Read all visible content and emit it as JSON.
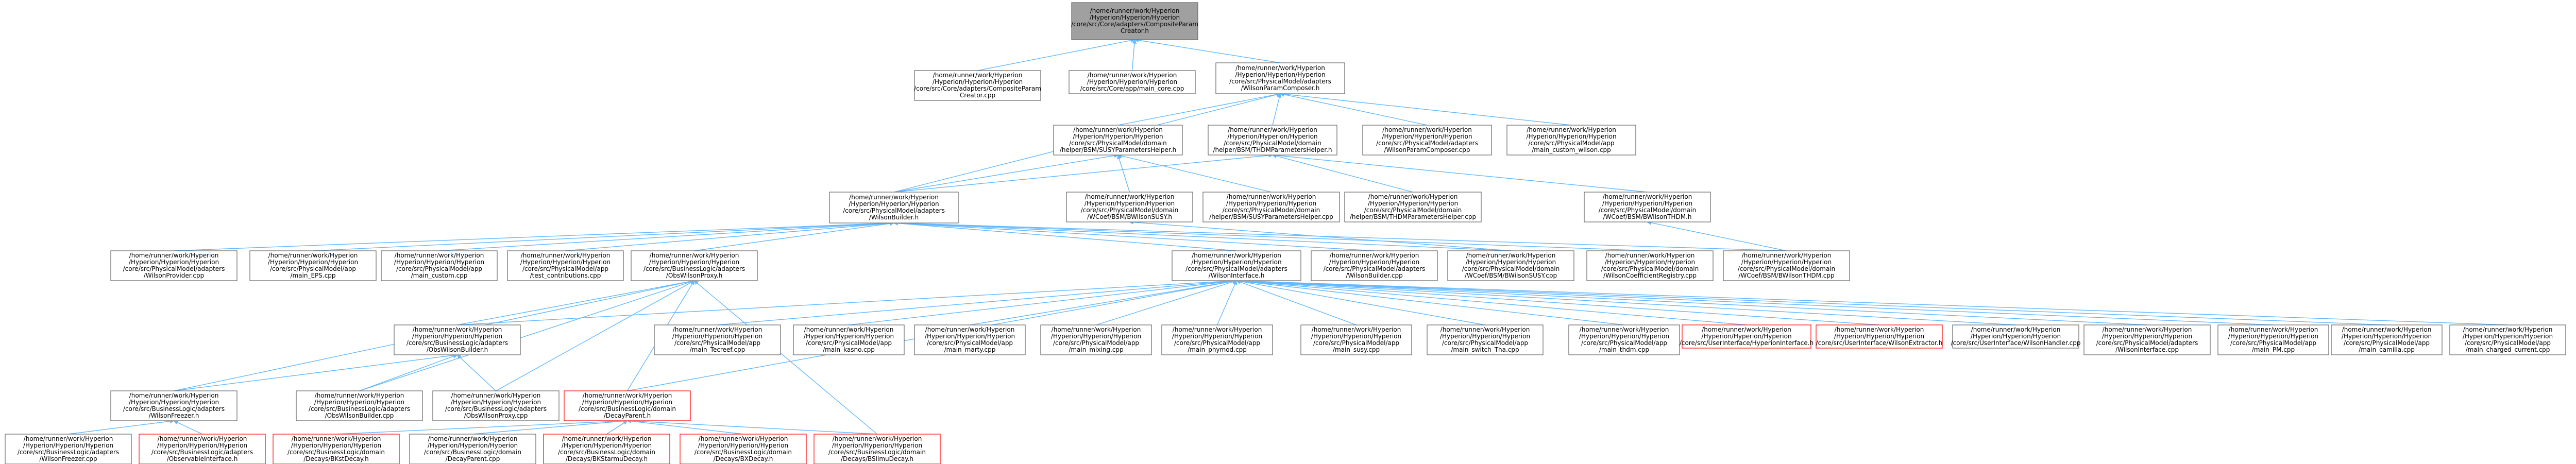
{
  "nodes": [
    {
      "id": "n0",
      "lines": [
        "/home/runner/work/Hyperion",
        "/Hyperion/Hyperion/Hyperion",
        "/core/src/Core/adapters/CompositeParam",
        "Creator.h"
      ],
      "kind": "root"
    },
    {
      "id": "n1",
      "lines": [
        "/home/runner/work/Hyperion",
        "/Hyperion/Hyperion/Hyperion",
        "/core/src/Core/adapters/CompositeParam",
        "Creator.cpp"
      ]
    },
    {
      "id": "n2",
      "lines": [
        "/home/runner/work/Hyperion",
        "/Hyperion/Hyperion/Hyperion",
        "/core/src/Core/app/main_core.cpp"
      ]
    },
    {
      "id": "n3",
      "lines": [
        "/home/runner/work/Hyperion",
        "/Hyperion/Hyperion/Hyperion",
        "/core/src/PhysicalModel/adapters",
        "/WilsonParamComposer.h"
      ]
    },
    {
      "id": "n4",
      "lines": [
        "/home/runner/work/Hyperion",
        "/Hyperion/Hyperion/Hyperion",
        "/core/src/PhysicalModel/domain",
        "/helper/BSM/SUSYParametersHelper.h"
      ]
    },
    {
      "id": "n5",
      "lines": [
        "/home/runner/work/Hyperion",
        "/Hyperion/Hyperion/Hyperion",
        "/core/src/PhysicalModel/domain",
        "/helper/BSM/THDMParametersHelper.h"
      ]
    },
    {
      "id": "n6",
      "lines": [
        "/home/runner/work/Hyperion",
        "/Hyperion/Hyperion/Hyperion",
        "/core/src/PhysicalModel/adapters",
        "/WilsonParamComposer.cpp"
      ]
    },
    {
      "id": "n7",
      "lines": [
        "/home/runner/work/Hyperion",
        "/Hyperion/Hyperion/Hyperion",
        "/core/src/PhysicalModel/app",
        "/main_custom_wilson.cpp"
      ]
    },
    {
      "id": "n8",
      "lines": [
        "/home/runner/work/Hyperion",
        "/Hyperion/Hyperion/Hyperion",
        "/core/src/PhysicalModel/adapters",
        "/WilsonBuilder.h"
      ]
    },
    {
      "id": "n9",
      "lines": [
        "/home/runner/work/Hyperion",
        "/Hyperion/Hyperion/Hyperion",
        "/core/src/PhysicalModel/domain",
        "/WCoef/BSM/BWilsonSUSY.h"
      ]
    },
    {
      "id": "n10",
      "lines": [
        "/home/runner/work/Hyperion",
        "/Hyperion/Hyperion/Hyperion",
        "/core/src/PhysicalModel/domain",
        "/helper/BSM/SUSYParametersHelper.cpp"
      ]
    },
    {
      "id": "n11",
      "lines": [
        "/home/runner/work/Hyperion",
        "/Hyperion/Hyperion/Hyperion",
        "/core/src/PhysicalModel/domain",
        "/helper/BSM/THDMParametersHelper.cpp"
      ]
    },
    {
      "id": "n12",
      "lines": [
        "/home/runner/work/Hyperion",
        "/Hyperion/Hyperion/Hyperion",
        "/core/src/PhysicalModel/domain",
        "/WCoef/BSM/BWilsonTHDM.h"
      ]
    },
    {
      "id": "n13",
      "lines": [
        "/home/runner/work/Hyperion",
        "/Hyperion/Hyperion/Hyperion",
        "/core/src/PhysicalModel/adapters",
        "/WilsonProvider.cpp"
      ]
    },
    {
      "id": "n14",
      "lines": [
        "/home/runner/work/Hyperion",
        "/Hyperion/Hyperion/Hyperion",
        "/core/src/PhysicalModel/app",
        "/main_EPS.cpp"
      ]
    },
    {
      "id": "n15",
      "lines": [
        "/home/runner/work/Hyperion",
        "/Hyperion/Hyperion/Hyperion",
        "/core/src/PhysicalModel/app",
        "/main_custom.cpp"
      ]
    },
    {
      "id": "n16",
      "lines": [
        "/home/runner/work/Hyperion",
        "/Hyperion/Hyperion/Hyperion",
        "/core/src/PhysicalModel/app",
        "/test_contributions.cpp"
      ]
    },
    {
      "id": "n17",
      "lines": [
        "/home/runner/work/Hyperion",
        "/Hyperion/Hyperion/Hyperion",
        "/core/src/BusinessLogic/adapters",
        "/ObsWilsonProxy.h"
      ]
    },
    {
      "id": "n18",
      "lines": [
        "/home/runner/work/Hyperion",
        "/Hyperion/Hyperion/Hyperion",
        "/core/src/PhysicalModel/adapters",
        "/WilsonInterface.h"
      ]
    },
    {
      "id": "n19",
      "lines": [
        "/home/runner/work/Hyperion",
        "/Hyperion/Hyperion/Hyperion",
        "/core/src/PhysicalModel/adapters",
        "/WilsonBuilder.cpp"
      ]
    },
    {
      "id": "n20",
      "lines": [
        "/home/runner/work/Hyperion",
        "/Hyperion/Hyperion/Hyperion",
        "/core/src/PhysicalModel/domain",
        "/WCoef/BSM/BWilsonSUSY.cpp"
      ]
    },
    {
      "id": "n21",
      "lines": [
        "/home/runner/work/Hyperion",
        "/Hyperion/Hyperion/Hyperion",
        "/core/src/PhysicalModel/domain",
        "/WilsonCoefficientRegistry.cpp"
      ]
    },
    {
      "id": "n22",
      "lines": [
        "/home/runner/work/Hyperion",
        "/Hyperion/Hyperion/Hyperion",
        "/core/src/PhysicalModel/domain",
        "/WCoef/BSM/BWilsonTHDM.cpp"
      ]
    },
    {
      "id": "n23",
      "lines": [
        "/home/runner/work/Hyperion",
        "/Hyperion/Hyperion/Hyperion",
        "/core/src/BusinessLogic/adapters",
        "/ObsWilsonBuilder.h"
      ]
    },
    {
      "id": "n24",
      "lines": [
        "/home/runner/work/Hyperion",
        "/Hyperion/Hyperion/Hyperion",
        "/core/src/PhysicalModel/app",
        "/main_Tecreef.cpp"
      ]
    },
    {
      "id": "n25",
      "lines": [
        "/home/runner/work/Hyperion",
        "/Hyperion/Hyperion/Hyperion",
        "/core/src/PhysicalModel/app",
        "/main_kasno.cpp"
      ]
    },
    {
      "id": "n26",
      "lines": [
        "/home/runner/work/Hyperion",
        "/Hyperion/Hyperion/Hyperion",
        "/core/src/PhysicalModel/app",
        "/main_marty.cpp"
      ]
    },
    {
      "id": "n27",
      "lines": [
        "/home/runner/work/Hyperion",
        "/Hyperion/Hyperion/Hyperion",
        "/core/src/PhysicalModel/app",
        "/main_mixing.cpp"
      ]
    },
    {
      "id": "n28",
      "lines": [
        "/home/runner/work/Hyperion",
        "/Hyperion/Hyperion/Hyperion",
        "/core/src/PhysicalModel/app",
        "/main_phymod.cpp"
      ]
    },
    {
      "id": "n29",
      "lines": [
        "/home/runner/work/Hyperion",
        "/Hyperion/Hyperion/Hyperion",
        "/core/src/PhysicalModel/app",
        "/main_susy.cpp"
      ]
    },
    {
      "id": "n30",
      "lines": [
        "/home/runner/work/Hyperion",
        "/Hyperion/Hyperion/Hyperion",
        "/core/src/PhysicalModel/app",
        "/main_switch_Tha.cpp"
      ]
    },
    {
      "id": "n31",
      "lines": [
        "/home/runner/work/Hyperion",
        "/Hyperion/Hyperion/Hyperion",
        "/core/src/PhysicalModel/app",
        "/main_thdm.cpp"
      ]
    },
    {
      "id": "n32",
      "lines": [
        "/home/runner/work/Hyperion",
        "/Hyperion/Hyperion/Hyperion",
        "/core/src/UserInterface/HyperionInterface.h"
      ],
      "kind": "red"
    },
    {
      "id": "n33",
      "lines": [
        "/home/runner/work/Hyperion",
        "/Hyperion/Hyperion/Hyperion",
        "/core/src/UserInterface/WilsonExtractor.h"
      ],
      "kind": "red"
    },
    {
      "id": "n34",
      "lines": [
        "/home/runner/work/Hyperion",
        "/Hyperion/Hyperion/Hyperion",
        "/core/src/UserInterface/WilsonHandler.cpp"
      ]
    },
    {
      "id": "n35",
      "lines": [
        "/home/runner/work/Hyperion",
        "/Hyperion/Hyperion/Hyperion",
        "/core/src/PhysicalModel/adapters",
        "/WilsonInterface.cpp"
      ]
    },
    {
      "id": "n36",
      "lines": [
        "/home/runner/work/Hyperion",
        "/Hyperion/Hyperion/Hyperion",
        "/core/src/PhysicalModel/app",
        "/main_PM.cpp"
      ]
    },
    {
      "id": "n37",
      "lines": [
        "/home/runner/work/Hyperion",
        "/Hyperion/Hyperion/Hyperion",
        "/core/src/PhysicalModel/app",
        "/main_camilia.cpp"
      ]
    },
    {
      "id": "n38",
      "lines": [
        "/home/runner/work/Hyperion",
        "/Hyperion/Hyperion/Hyperion",
        "/core/src/PhysicalModel/app",
        "/main_charged_current.cpp"
      ]
    },
    {
      "id": "n39",
      "lines": [
        "/home/runner/work/Hyperion",
        "/Hyperion/Hyperion/Hyperion",
        "/core/src/BusinessLogic/adapters",
        "/WilsonFreezer.h"
      ]
    },
    {
      "id": "n40",
      "lines": [
        "/home/runner/work/Hyperion",
        "/Hyperion/Hyperion/Hyperion",
        "/core/src/BusinessLogic/adapters",
        "/ObsWilsonBuilder.cpp"
      ]
    },
    {
      "id": "n41",
      "lines": [
        "/home/runner/work/Hyperion",
        "/Hyperion/Hyperion/Hyperion",
        "/core/src/BusinessLogic/adapters",
        "/ObsWilsonProxy.cpp"
      ]
    },
    {
      "id": "n42",
      "lines": [
        "/home/runner/work/Hyperion",
        "/Hyperion/Hyperion/Hyperion",
        "/core/src/BusinessLogic/domain",
        "/DecayParent.h"
      ],
      "kind": "red"
    },
    {
      "id": "n43",
      "lines": [
        "/home/runner/work/Hyperion",
        "/Hyperion/Hyperion/Hyperion",
        "/core/src/BusinessLogic/adapters",
        "/WilsonFreezer.cpp"
      ]
    },
    {
      "id": "n44",
      "lines": [
        "/home/runner/work/Hyperion",
        "/Hyperion/Hyperion/Hyperion",
        "/core/src/BusinessLogic/adapters",
        "/ObservableInterface.h"
      ],
      "kind": "red"
    },
    {
      "id": "n45",
      "lines": [
        "/home/runner/work/Hyperion",
        "/Hyperion/Hyperion/Hyperion",
        "/core/src/BusinessLogic/domain",
        "/Decays/BKstDecay.h"
      ],
      "kind": "red"
    },
    {
      "id": "n46",
      "lines": [
        "/home/runner/work/Hyperion",
        "/Hyperion/Hyperion/Hyperion",
        "/core/src/BusinessLogic/domain",
        "/DecayParent.cpp"
      ]
    },
    {
      "id": "n47",
      "lines": [
        "/home/runner/work/Hyperion",
        "/Hyperion/Hyperion/Hyperion",
        "/core/src/BusinessLogic/domain",
        "/Decays/BKStarmuDecay.h"
      ],
      "kind": "red"
    },
    {
      "id": "n48",
      "lines": [
        "/home/runner/work/Hyperion",
        "/Hyperion/Hyperion/Hyperion",
        "/core/src/BusinessLogic/domain",
        "/Decays/BXDecay.h"
      ],
      "kind": "red"
    },
    {
      "id": "n49",
      "lines": [
        "/home/runner/work/Hyperion",
        "/Hyperion/Hyperion/Hyperion",
        "/core/src/BusinessLogic/domain",
        "/Decays/BSllmuDecay.h"
      ],
      "kind": "red"
    }
  ],
  "edges": [
    [
      "n0",
      "n1"
    ],
    [
      "n0",
      "n2"
    ],
    [
      "n0",
      "n3"
    ],
    [
      "n3",
      "n4"
    ],
    [
      "n3",
      "n5"
    ],
    [
      "n3",
      "n6"
    ],
    [
      "n3",
      "n7"
    ],
    [
      "n3",
      "n8"
    ],
    [
      "n4",
      "n8"
    ],
    [
      "n4",
      "n9"
    ],
    [
      "n4",
      "n10"
    ],
    [
      "n5",
      "n8"
    ],
    [
      "n5",
      "n11"
    ],
    [
      "n5",
      "n12"
    ],
    [
      "n8",
      "n13"
    ],
    [
      "n8",
      "n14"
    ],
    [
      "n8",
      "n15"
    ],
    [
      "n8",
      "n16"
    ],
    [
      "n8",
      "n17"
    ],
    [
      "n8",
      "n18"
    ],
    [
      "n8",
      "n19"
    ],
    [
      "n8",
      "n20"
    ],
    [
      "n8",
      "n21"
    ],
    [
      "n8",
      "n22"
    ],
    [
      "n9",
      "n20"
    ],
    [
      "n12",
      "n22"
    ],
    [
      "n17",
      "n23"
    ],
    [
      "n17",
      "n39"
    ],
    [
      "n17",
      "n40"
    ],
    [
      "n17",
      "n41"
    ],
    [
      "n17",
      "n42"
    ],
    [
      "n17",
      "n49"
    ],
    [
      "n18",
      "n23"
    ],
    [
      "n18",
      "n24"
    ],
    [
      "n18",
      "n25"
    ],
    [
      "n18",
      "n26"
    ],
    [
      "n18",
      "n27"
    ],
    [
      "n18",
      "n28"
    ],
    [
      "n18",
      "n29"
    ],
    [
      "n18",
      "n30"
    ],
    [
      "n18",
      "n31"
    ],
    [
      "n18",
      "n32"
    ],
    [
      "n18",
      "n33"
    ],
    [
      "n18",
      "n34"
    ],
    [
      "n18",
      "n35"
    ],
    [
      "n18",
      "n36"
    ],
    [
      "n18",
      "n37"
    ],
    [
      "n18",
      "n38"
    ],
    [
      "n18",
      "n42"
    ],
    [
      "n23",
      "n39"
    ],
    [
      "n23",
      "n40"
    ],
    [
      "n23",
      "n41"
    ],
    [
      "n39",
      "n43"
    ],
    [
      "n39",
      "n44"
    ],
    [
      "n42",
      "n45"
    ],
    [
      "n42",
      "n46"
    ],
    [
      "n42",
      "n47"
    ],
    [
      "n42",
      "n48"
    ],
    [
      "n42",
      "n49"
    ]
  ]
}
